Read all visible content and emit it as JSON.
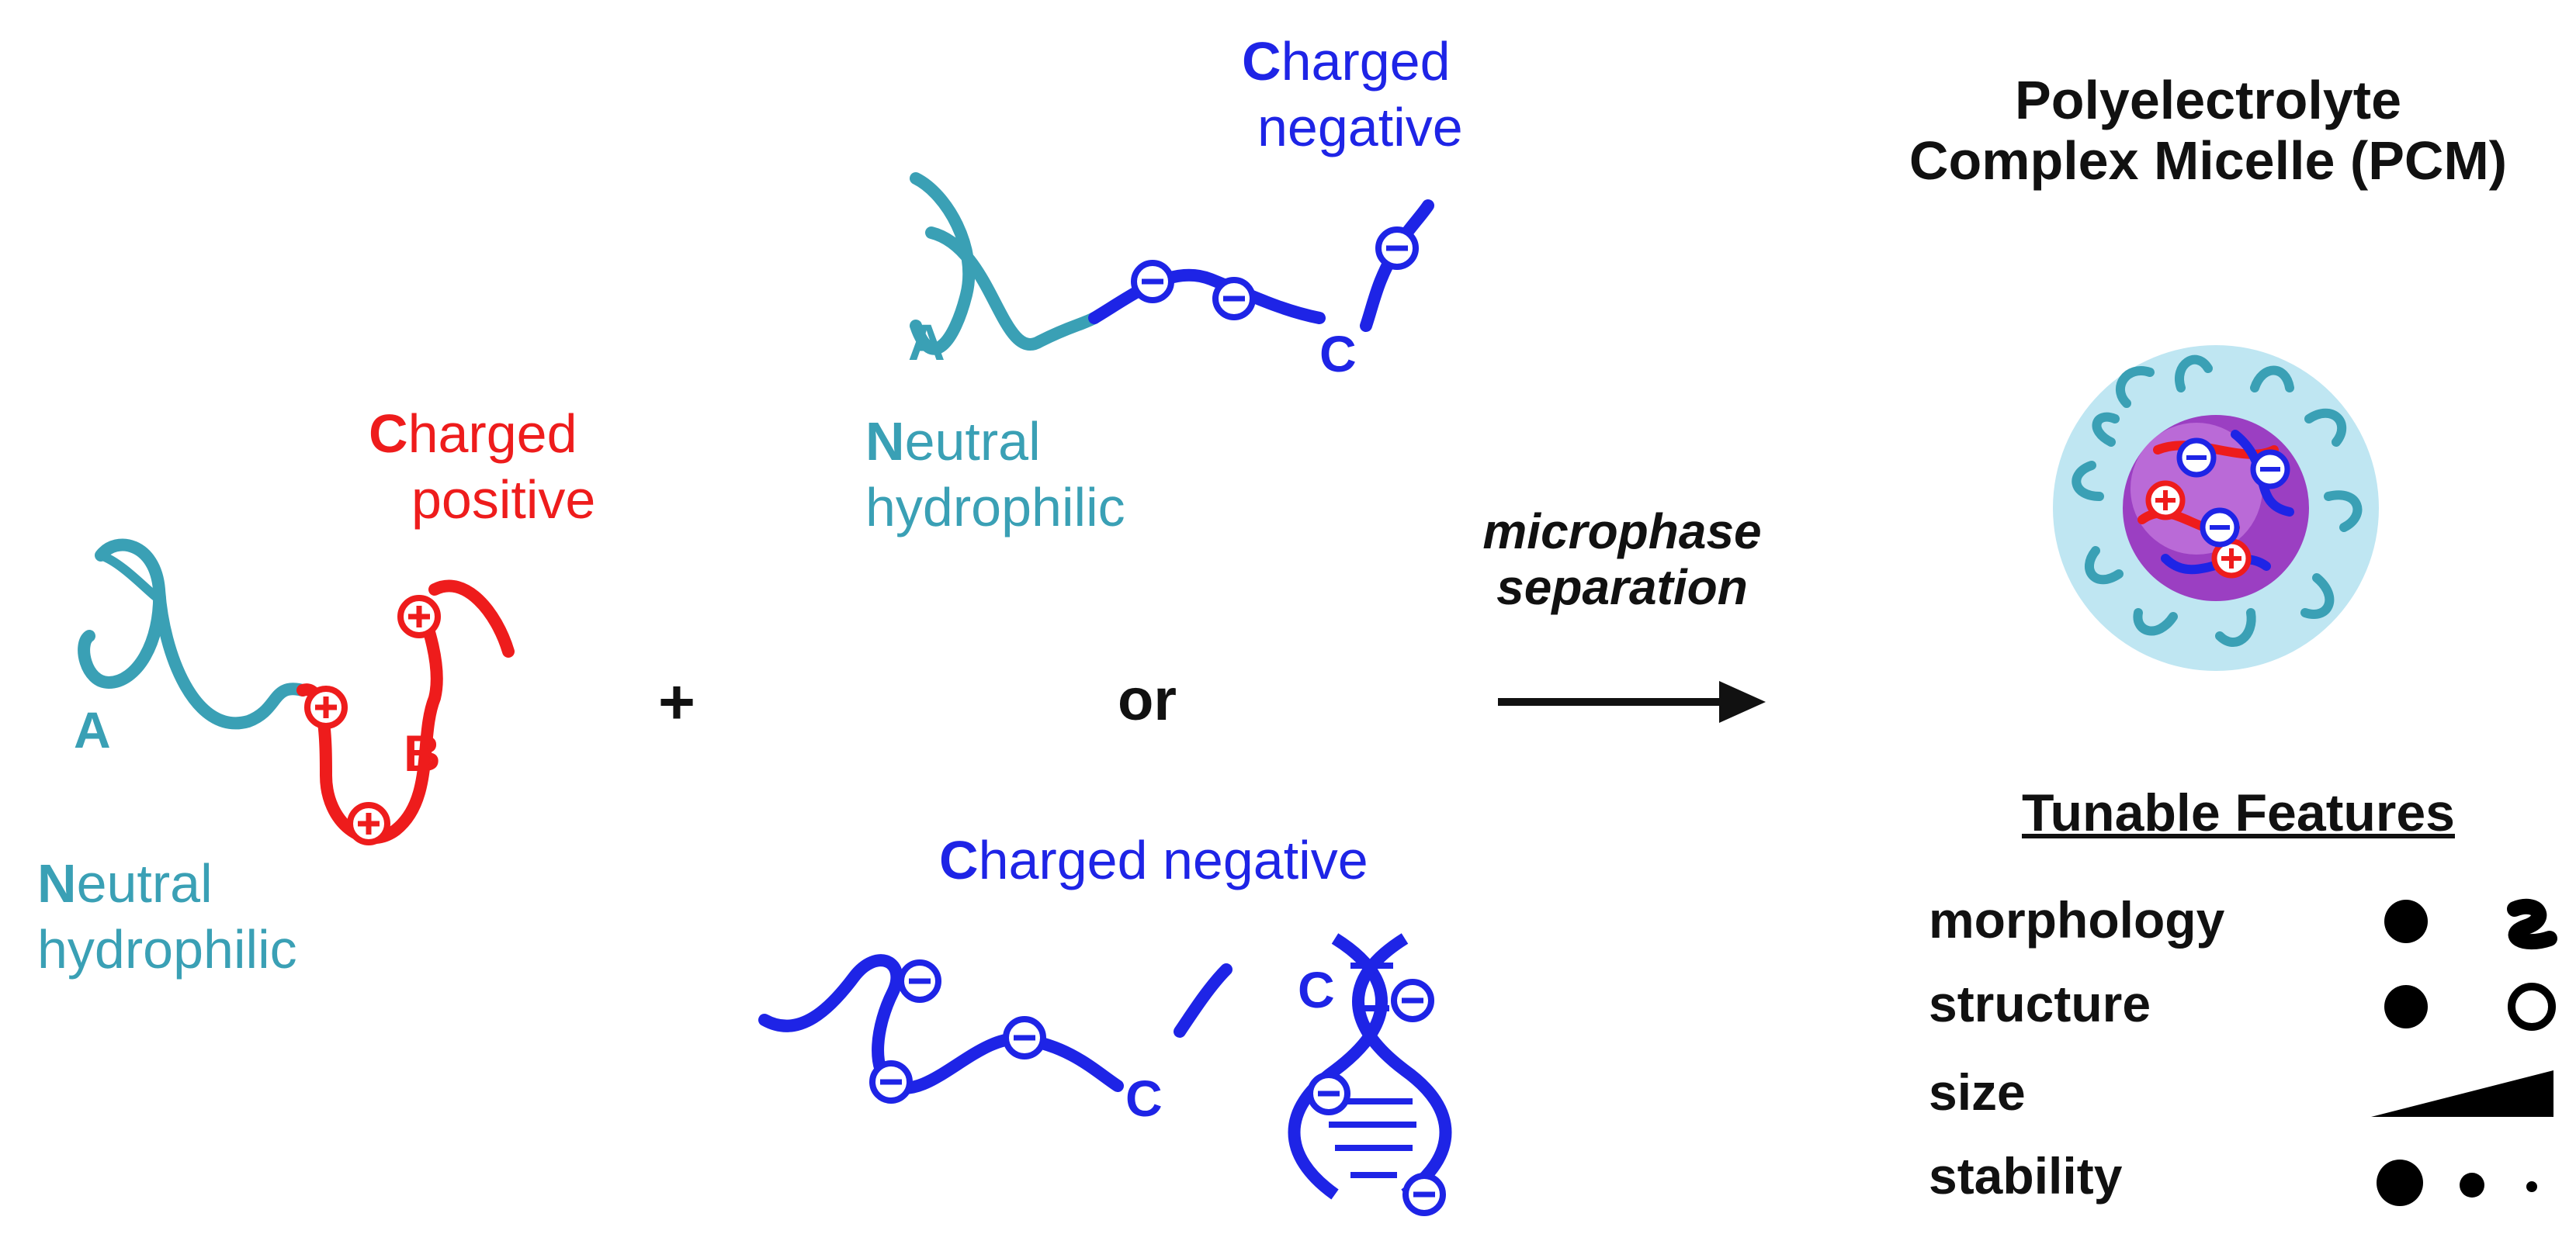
{
  "labels": {
    "pos_charged_initial": "C",
    "pos_charged_rest": "harged",
    "pos_charge_word": "positive",
    "neutral_initial": "N",
    "neutral_rest": "eutral",
    "hydrophilic": "hydrophilic",
    "neg_charged_initial": "C",
    "neg_charged_rest": "harged",
    "neg_charge_word": "negative",
    "neutral2_initial": "N",
    "neutral2_rest": "eutral",
    "hydrophilic2": "hydrophilic",
    "neg3_initial": "C",
    "neg3_rest": "harged negative",
    "block_a1": "A",
    "block_b": "B",
    "block_a2": "A",
    "block_c1": "C",
    "block_c2": "C",
    "block_c3": "C",
    "plus": "+",
    "or": "or",
    "process_line1": "microphase",
    "process_line2": "separation"
  },
  "pcm": {
    "line1": "Polyelectrolyte",
    "line2_prefix": "Complex Micelle (",
    "line2_abbr": "PCM",
    "line2_suffix": ")"
  },
  "features": {
    "title": "Tunable Features",
    "items": [
      "morphology",
      "structure",
      "size",
      "stability"
    ]
  },
  "colors": {
    "positive": "#ee1c1c",
    "negative": "#1e24e6",
    "neutral": "#3aa0b5",
    "micelle_shell": "#bfe6f2",
    "micelle_core": "#9b3fc2",
    "text": "#111111"
  },
  "icons": [
    "plus-charge-icon",
    "minus-charge-icon",
    "dna-icon",
    "arrow-icon",
    "sphere-icon",
    "worm-icon",
    "vesicle-icon",
    "size-wedge-icon"
  ]
}
